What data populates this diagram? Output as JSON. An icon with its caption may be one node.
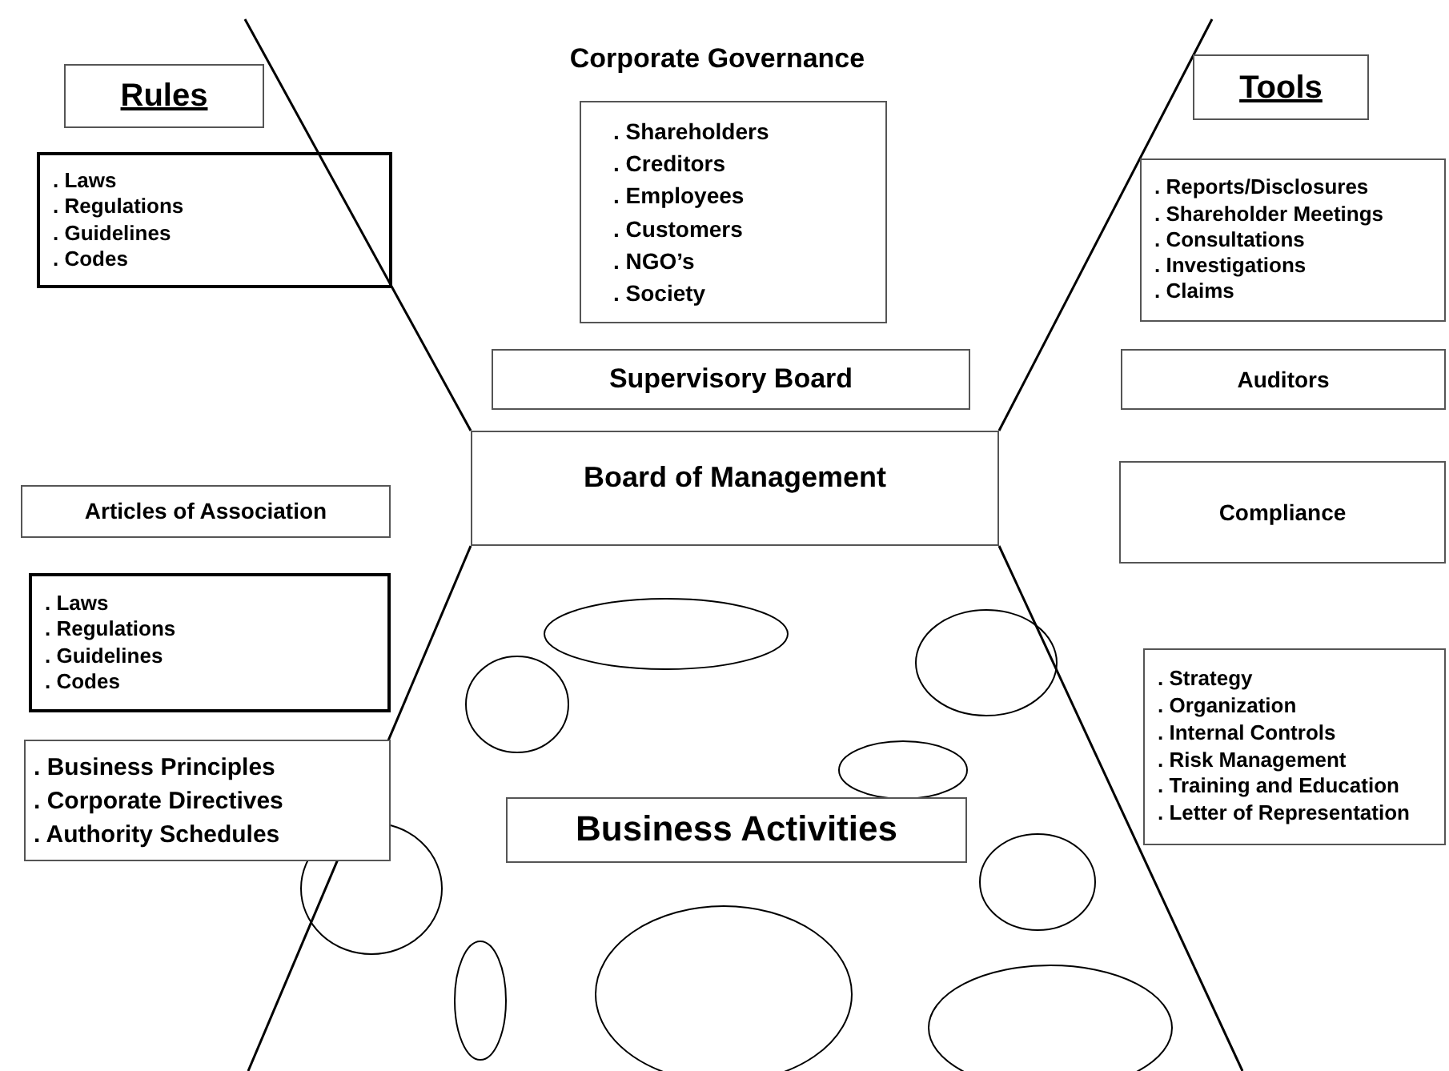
{
  "diagram": {
    "title": "Corporate Governance",
    "nodes": [
      {
        "text": [
          "Rules"
        ]
      },
      {
        "text": [
          ". Laws",
          ". Regulations",
          ". Guidelines",
          ". Codes"
        ]
      },
      {
        "text": [
          ". Shareholders",
          ". Creditors",
          ". Employees",
          ". Customers",
          ". NGO’s",
          ". Society"
        ]
      },
      {
        "text": [
          "Tools"
        ]
      },
      {
        "text": [
          ". Reports/Disclosures",
          ". Shareholder Meetings",
          ". Consultations",
          ". Investigations",
          ". Claims"
        ]
      },
      {
        "text": [
          "Supervisory Board"
        ]
      },
      {
        "text": [
          "Auditors"
        ]
      },
      {
        "text": [
          "Board of Management"
        ]
      },
      {
        "text": [
          "Articles of Association"
        ]
      },
      {
        "text": [
          "Compliance"
        ]
      },
      {
        "text": [
          ". Laws",
          ". Regulations",
          ". Guidelines",
          ". Codes"
        ]
      },
      {
        "text": [
          ". Strategy",
          ". Organization",
          ". Internal Controls",
          ". Risk Management",
          ". Training and Education",
          ". Letter of Representation"
        ]
      },
      {
        "text": [
          ". Business Principles",
          ". Corporate Directives",
          ". Authority Schedules"
        ]
      },
      {
        "text": [
          "Business Activities"
        ]
      },
      {
        "text": [],
        "shape": "ellipse"
      },
      {
        "text": [],
        "shape": "ellipse"
      },
      {
        "text": [],
        "shape": "ellipse"
      },
      {
        "text": [],
        "shape": "ellipse"
      },
      {
        "text": [],
        "shape": "ellipse"
      },
      {
        "text": [],
        "shape": "ellipse"
      },
      {
        "text": [],
        "shape": "ellipse"
      },
      {
        "text": [],
        "shape": "ellipse"
      },
      {
        "text": [],
        "shape": "ellipse"
      }
    ]
  }
}
